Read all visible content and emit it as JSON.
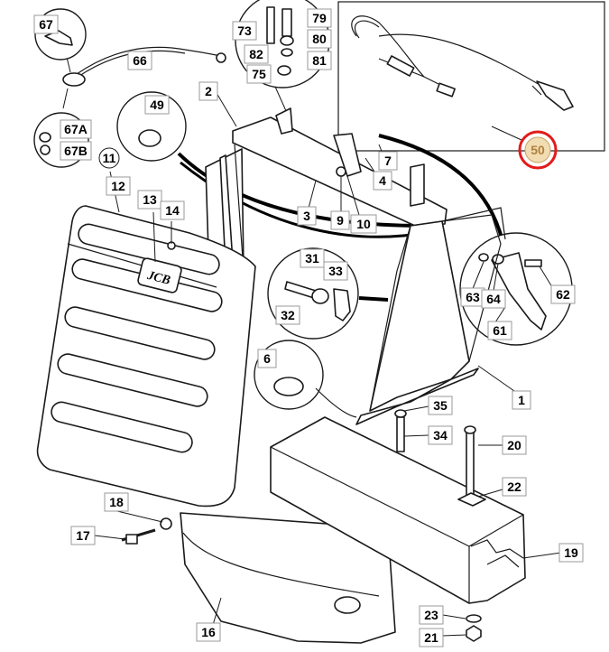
{
  "diagram": {
    "logo_text": "JCB",
    "callouts": [
      {
        "label": "1"
      },
      {
        "label": "2"
      },
      {
        "label": "3"
      },
      {
        "label": "4"
      },
      {
        "label": "6"
      },
      {
        "label": "7"
      },
      {
        "label": "9"
      },
      {
        "label": "10"
      },
      {
        "label": "11"
      },
      {
        "label": "12"
      },
      {
        "label": "13"
      },
      {
        "label": "14"
      },
      {
        "label": "16"
      },
      {
        "label": "17"
      },
      {
        "label": "18"
      },
      {
        "label": "19"
      },
      {
        "label": "20"
      },
      {
        "label": "21"
      },
      {
        "label": "22"
      },
      {
        "label": "23"
      },
      {
        "label": "31"
      },
      {
        "label": "32"
      },
      {
        "label": "33"
      },
      {
        "label": "34"
      },
      {
        "label": "35"
      },
      {
        "label": "49"
      },
      {
        "label": "61"
      },
      {
        "label": "62"
      },
      {
        "label": "63"
      },
      {
        "label": "64"
      },
      {
        "label": "66"
      },
      {
        "label": "67"
      },
      {
        "label": "67A"
      },
      {
        "label": "67B"
      },
      {
        "label": "73"
      },
      {
        "label": "75"
      },
      {
        "label": "79"
      },
      {
        "label": "80"
      },
      {
        "label": "81"
      },
      {
        "label": "82"
      }
    ],
    "highlighted_callout": {
      "label": "50",
      "ring_color": "#e21b1b",
      "fill_color": "#f2dcb2"
    }
  }
}
